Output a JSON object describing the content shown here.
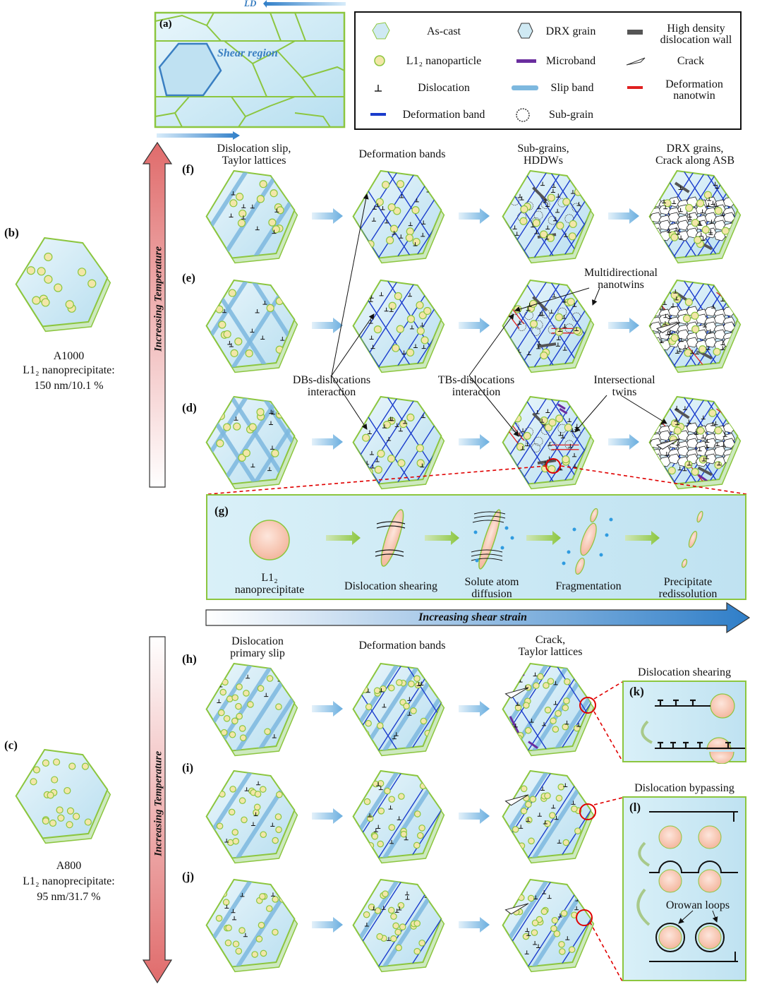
{
  "panel_a": {
    "label": "(a)",
    "ld_label": "LD",
    "shear_region": "Shear region"
  },
  "legend": {
    "items": [
      {
        "label": "As-cast",
        "icon": "as-cast-icon"
      },
      {
        "label": "DRX grain",
        "icon": "drx-grain-icon"
      },
      {
        "label": "High density dislocation wall",
        "icon": "hddw-icon"
      },
      {
        "label": "L1₂ nanoparticle",
        "icon": "l12-nanoparticle-icon"
      },
      {
        "label": "Microband",
        "icon": "microband-icon"
      },
      {
        "label": "Crack",
        "icon": "crack-icon"
      },
      {
        "label": "Dislocation",
        "icon": "dislocation-icon"
      },
      {
        "label": "Slip band",
        "icon": "slip-band-icon"
      },
      {
        "label": "Deformation nanotwin",
        "icon": "nanotwin-icon"
      },
      {
        "label": "Deformation band",
        "icon": "deformation-band-icon"
      },
      {
        "label": "Sub-grain",
        "icon": "sub-grain-icon"
      }
    ]
  },
  "panel_b": {
    "label": "(b)",
    "name": "A1000",
    "line2": "L1₂ nanoprecipitate:",
    "line3": "150 nm/10.1 %"
  },
  "panel_c": {
    "label": "(c)",
    "name": "A800",
    "line2": "L1₂ nanoprecipitate:",
    "line3": "95 nm/31.7 %"
  },
  "temperature_label": "Increasing Temperature",
  "top_stages": [
    {
      "line1": "Dislocation slip,",
      "line2": "Taylor lattices"
    },
    {
      "line1": "Deformation bands",
      "line2": ""
    },
    {
      "line1": "Sub-grains,",
      "line2": "HDDWs"
    },
    {
      "line1": "DRX grains,",
      "line2": "Crack along ASB"
    }
  ],
  "rows_top": [
    "(f)",
    "(e)",
    "(d)"
  ],
  "annotations_top": {
    "multidirectional": [
      "Multidirectional",
      "nanotwins"
    ],
    "dbs": [
      "DBs-dislocations",
      "interaction"
    ],
    "tbs": [
      "TBs-dislocations",
      "interaction"
    ],
    "intersectional": [
      "Intersectional",
      "twins"
    ]
  },
  "panel_g": {
    "label": "(g)",
    "steps": [
      [
        "L1₂",
        "nanoprecipitate"
      ],
      [
        "Dislocation shearing",
        ""
      ],
      [
        "Solute atom",
        "diffusion"
      ],
      [
        "Fragmentation",
        ""
      ],
      [
        "Precipitate",
        "redissolution"
      ]
    ]
  },
  "shear_strain_label": "Increasing shear strain",
  "bottom_stages": [
    {
      "line1": "Dislocation",
      "line2": "primary slip"
    },
    {
      "line1": "Deformation bands",
      "line2": ""
    },
    {
      "line1": "Crack,",
      "line2": "Taylor lattices"
    }
  ],
  "rows_bottom": [
    "(h)",
    "(i)",
    "(j)"
  ],
  "panel_k": {
    "title": "Dislocation shearing",
    "label": "(k)"
  },
  "panel_l": {
    "title": "Dislocation bypassing",
    "label": "(l)",
    "orowan": "Orowan loops"
  },
  "colors": {
    "grain_fill": "#cfe9f3",
    "grain_border": "#8cc63f",
    "particle_fill": "#f3e6a8",
    "dislocation_band": "#1a3ccc",
    "slip_band": "#7db8df",
    "nanotwin": "#e02020",
    "microband": "#6a2d9e",
    "hddw": "#555555",
    "highlight_circle": "#e00000",
    "temp_arrow": "#e58585",
    "strain_arrow": "#2f7ec8"
  }
}
